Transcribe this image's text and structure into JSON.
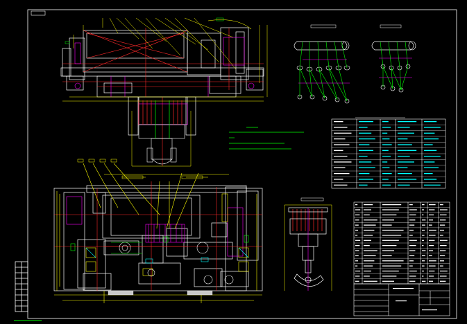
{
  "sheet": {
    "background": "#000000",
    "frame_color": "#ffffff",
    "label_tab": "",
    "bottom_left_label": ""
  },
  "palette": {
    "white": "#ffffff",
    "red": "#ff2a2a",
    "magenta": "#ff00ff",
    "green": "#00ff00",
    "yellow": "#ffff00",
    "cyan": "#00ffff"
  },
  "notes": {
    "title": "",
    "lines": [
      "",
      "",
      "",
      ""
    ]
  },
  "tables": {
    "param_title": "",
    "bom_title": ""
  },
  "title_block": {
    "drawing_title": "",
    "drawing_number": ""
  },
  "views": [
    {
      "id": "front-elevation",
      "caption": ""
    },
    {
      "id": "plan-view",
      "caption": ""
    },
    {
      "id": "rope-detail-left",
      "caption": ""
    },
    {
      "id": "rope-detail-right",
      "caption": ""
    },
    {
      "id": "hook-side-view",
      "caption": ""
    }
  ]
}
